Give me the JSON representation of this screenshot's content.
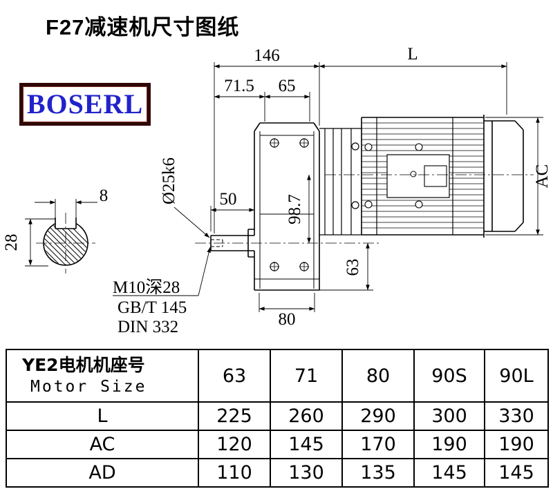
{
  "title": "F27减速机尺寸图纸",
  "logo": "BOSERL",
  "drawing": {
    "dim_146": "146",
    "dim_L": "L",
    "dim_71_5": "71.5",
    "dim_65": "65",
    "dim_8": "8",
    "dim_28": "28",
    "dim_shaft": "Ø25k6",
    "dim_50": "50",
    "dim_98_7": "98.7",
    "dim_63": "63",
    "dim_80": "80",
    "dim_AC": "AC",
    "note_thread": "M10深28",
    "note_gb": "GB/T 145",
    "note_din": "DIN 332"
  },
  "table": {
    "header_cn": "YE2电机机座号",
    "header_en": "Motor Size",
    "sizes": [
      "63",
      "71",
      "80",
      "90S",
      "90L"
    ],
    "rows": [
      {
        "label": "L",
        "values": [
          "225",
          "260",
          "290",
          "300",
          "330"
        ]
      },
      {
        "label": "AC",
        "values": [
          "120",
          "145",
          "170",
          "190",
          "190"
        ]
      },
      {
        "label": "AD",
        "values": [
          "110",
          "130",
          "135",
          "145",
          "145"
        ]
      }
    ]
  }
}
